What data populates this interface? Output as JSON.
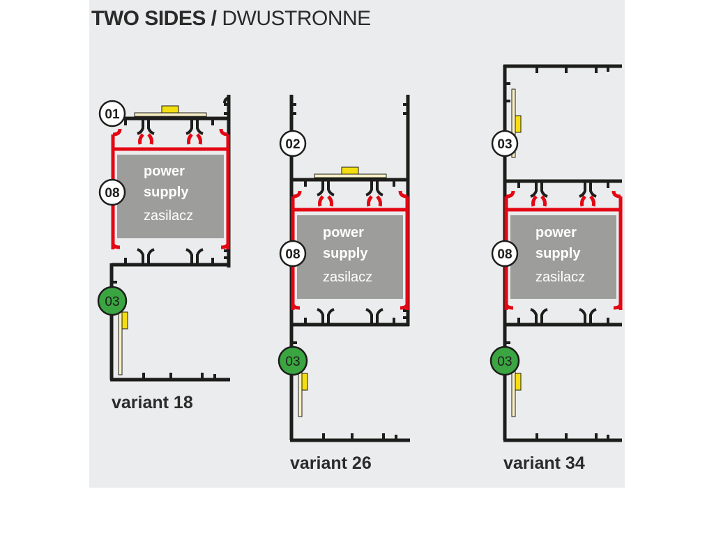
{
  "header": {
    "title_bold": "TWO SIDES /",
    "title_light": " DWUSTRONNE"
  },
  "colors": {
    "frame": "#1d1d1b",
    "power_frame": "#e30613",
    "power_box": "#9d9d9c",
    "badge_green": "#3aa541",
    "led": "#f4dd10",
    "led_strip": "#f8efc4",
    "background": "#ebeced"
  },
  "variants": [
    {
      "label": "variant 18",
      "badges": [
        "01",
        "08",
        "03"
      ],
      "power_lines": [
        "power",
        "supply",
        "zasilacz"
      ]
    },
    {
      "label": "variant 26",
      "badges": [
        "02",
        "08",
        "03"
      ],
      "power_lines": [
        "power",
        "supply",
        "zasilacz"
      ]
    },
    {
      "label": "variant 34",
      "badges": [
        "03",
        "08",
        "03"
      ],
      "power_lines": [
        "power",
        "supply",
        "zasilacz"
      ]
    }
  ]
}
